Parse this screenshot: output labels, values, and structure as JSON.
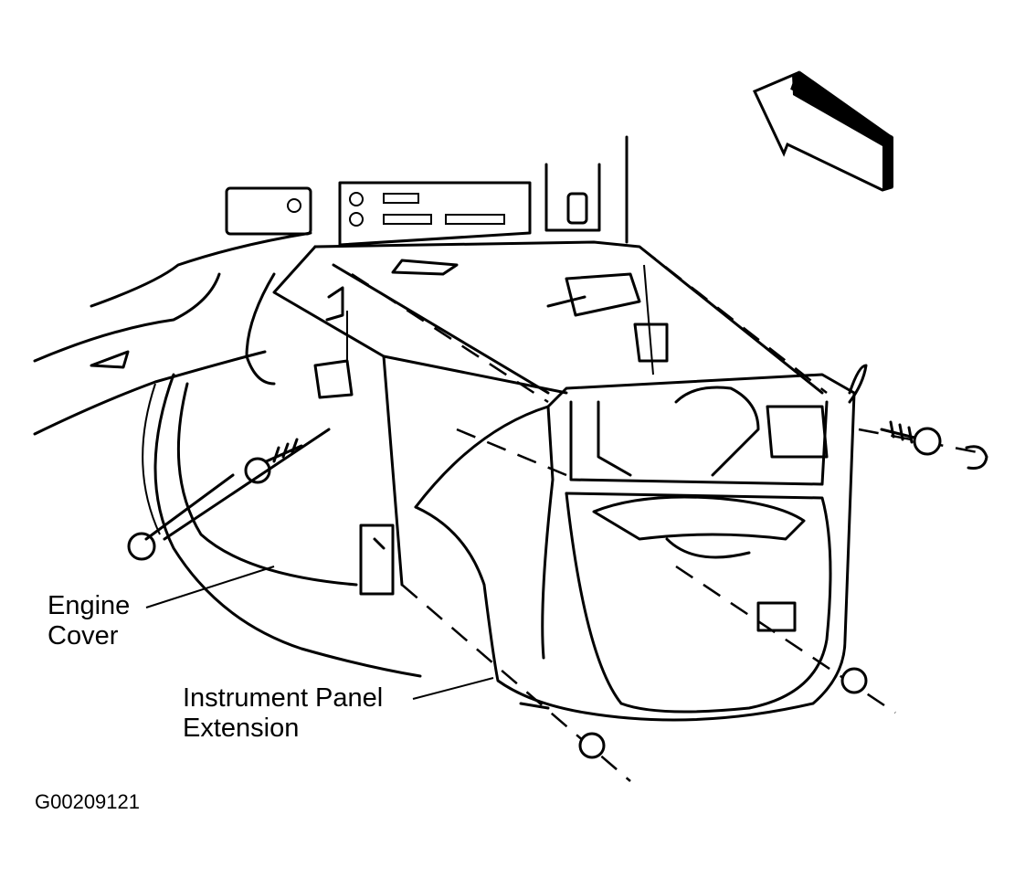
{
  "labels": {
    "engine_cover_line1": "Engine",
    "engine_cover_line2": "Cover",
    "ipe_line1": "Instrument Panel",
    "ipe_line2": "Extension"
  },
  "figure_id": "G00209121",
  "icons": [
    "direction-arrow-icon",
    "screw-icon",
    "push-pin-retainer-icon",
    "clip-icon"
  ],
  "colors": {
    "ink": "#000000",
    "paper": "#ffffff"
  }
}
